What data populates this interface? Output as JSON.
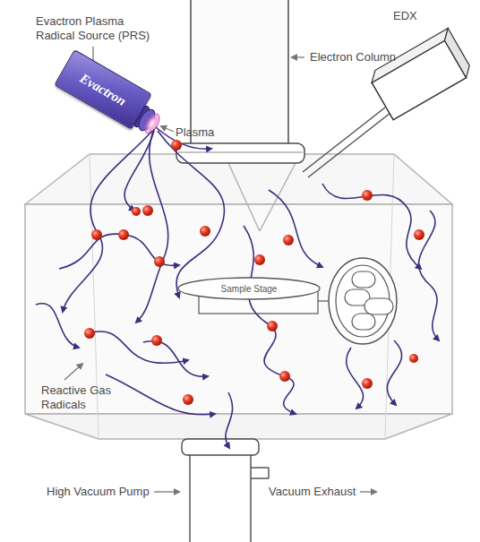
{
  "diagram": {
    "nodes": [
      {
        "text": [
          "Evactron"
        ]
      },
      {
        "text": [
          "EDX"
        ]
      },
      {
        "text": [
          "Sample Stage"
        ]
      }
    ],
    "labels": [
      "Evactron Plasma Radical Source (PRS)",
      "Plasma",
      "Electron Column",
      "Reactive Gas Radicals",
      "High Vacuum Pump",
      "Vacuum Exhaust"
    ]
  }
}
